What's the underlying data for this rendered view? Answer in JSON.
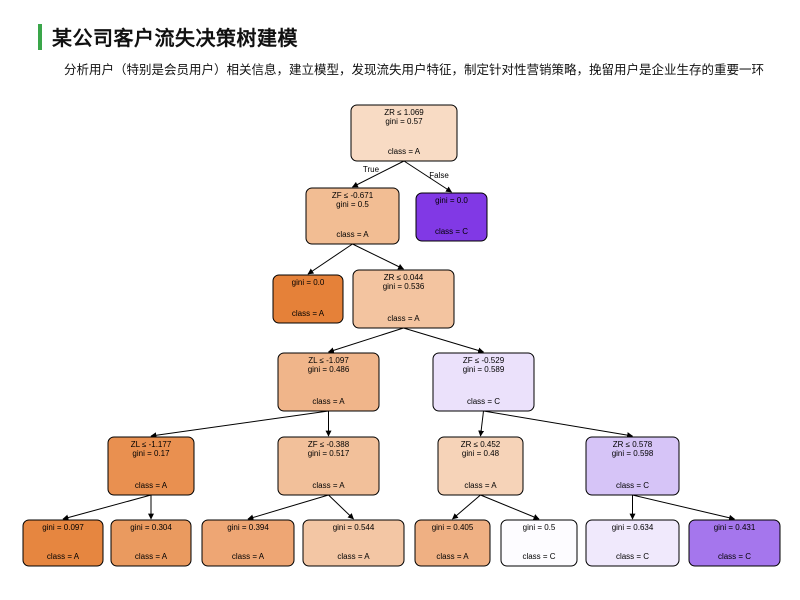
{
  "page": {
    "title": "某公司客户流失决策树建模",
    "description": "分析用户（特别是会员用户）相关信息，建立模型，发现流失用户特征，制定针对性营销策略，挽留用户是企业生存的重要一环"
  },
  "tree": {
    "edge_labels": {
      "true": "True",
      "false": "False"
    },
    "nodes": [
      {
        "id": "n0",
        "lines": [
          "ZR ≤ 1.069",
          "gini = 0.57"
        ],
        "cls": "class = A",
        "fill": "#f8dbc4"
      },
      {
        "id": "n1",
        "lines": [
          "ZF ≤ -0.671",
          "gini = 0.5"
        ],
        "cls": "class = A",
        "fill": "#f2bd93"
      },
      {
        "id": "n2",
        "lines": [
          "gini = 0.0"
        ],
        "cls": "class = C",
        "fill": "#8139e5"
      },
      {
        "id": "n3",
        "lines": [
          "gini = 0.0"
        ],
        "cls": "class = A",
        "fill": "#e58139"
      },
      {
        "id": "n4",
        "lines": [
          "ZR ≤ 0.044",
          "gini = 0.536"
        ],
        "cls": "class = A",
        "fill": "#f3c4a0"
      },
      {
        "id": "n5",
        "lines": [
          "ZL ≤ -1.097",
          "gini = 0.486"
        ],
        "cls": "class = A",
        "fill": "#f0b58a"
      },
      {
        "id": "n6",
        "lines": [
          "ZF ≤ -0.529",
          "gini = 0.589"
        ],
        "cls": "class = C",
        "fill": "#ebe1fb"
      },
      {
        "id": "n7",
        "lines": [
          "ZL ≤ -1.177",
          "gini = 0.17"
        ],
        "cls": "class = A",
        "fill": "#e99050"
      },
      {
        "id": "n8",
        "lines": [
          "ZF ≤ -0.388",
          "gini = 0.517"
        ],
        "cls": "class = A",
        "fill": "#f2c09a"
      },
      {
        "id": "n9",
        "lines": [
          "ZR ≤ 0.452",
          "gini = 0.48"
        ],
        "cls": "class = A",
        "fill": "#f6d3b8"
      },
      {
        "id": "n10",
        "lines": [
          "ZR ≤ 0.578",
          "gini = 0.598"
        ],
        "cls": "class = C",
        "fill": "#d6c4f7"
      },
      {
        "id": "n11",
        "lines": [
          "gini = 0.097"
        ],
        "cls": "class = A",
        "fill": "#e68640"
      },
      {
        "id": "n12",
        "lines": [
          "gini = 0.304"
        ],
        "cls": "class = A",
        "fill": "#ea9a5f"
      },
      {
        "id": "n13",
        "lines": [
          "gini = 0.394"
        ],
        "cls": "class = A",
        "fill": "#eea674"
      },
      {
        "id": "n14",
        "lines": [
          "gini = 0.544"
        ],
        "cls": "class = A",
        "fill": "#f3c6a4"
      },
      {
        "id": "n15",
        "lines": [
          "gini = 0.405"
        ],
        "cls": "class = A",
        "fill": "#efb083"
      },
      {
        "id": "n16",
        "lines": [
          "gini = 0.5"
        ],
        "cls": "class = C",
        "fill": "#fdfcff"
      },
      {
        "id": "n17",
        "lines": [
          "gini = 0.634"
        ],
        "cls": "class = C",
        "fill": "#f0e9fc"
      },
      {
        "id": "n18",
        "lines": [
          "gini = 0.431"
        ],
        "cls": "class = C",
        "fill": "#a576ed"
      }
    ],
    "edges": [
      {
        "from": "n0",
        "to": "n1",
        "label": "true"
      },
      {
        "from": "n0",
        "to": "n2",
        "label": "false"
      },
      {
        "from": "n1",
        "to": "n3"
      },
      {
        "from": "n1",
        "to": "n4"
      },
      {
        "from": "n4",
        "to": "n5"
      },
      {
        "from": "n4",
        "to": "n6"
      },
      {
        "from": "n5",
        "to": "n7"
      },
      {
        "from": "n5",
        "to": "n8"
      },
      {
        "from": "n6",
        "to": "n9"
      },
      {
        "from": "n6",
        "to": "n10"
      },
      {
        "from": "n7",
        "to": "n11"
      },
      {
        "from": "n7",
        "to": "n12"
      },
      {
        "from": "n8",
        "to": "n13"
      },
      {
        "from": "n8",
        "to": "n14"
      },
      {
        "from": "n9",
        "to": "n15"
      },
      {
        "from": "n9",
        "to": "n16"
      },
      {
        "from": "n10",
        "to": "n17"
      },
      {
        "from": "n10",
        "to": "n18"
      }
    ]
  }
}
